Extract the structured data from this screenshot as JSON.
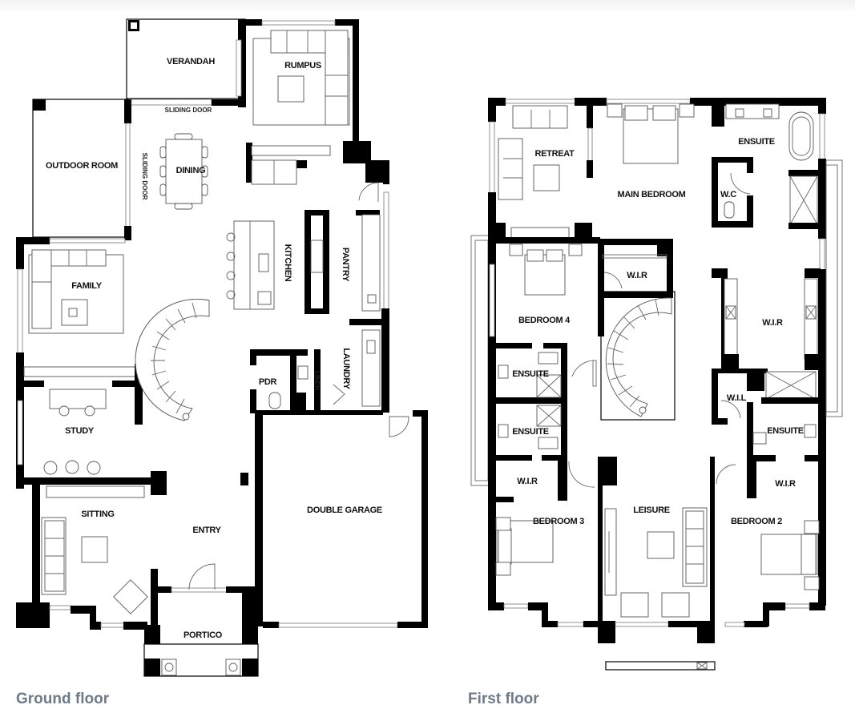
{
  "ground_floor": {
    "caption": "Ground floor",
    "rooms": {
      "verandah": "VERANDAH",
      "rumpus": "RUMPUS",
      "sliding_door": "SLIDING DOOR",
      "sliding_door_side": "SLIDING DOOR",
      "outdoor_room": "OUTDOOR ROOM",
      "dining": "DINING",
      "family": "FAMILY",
      "kitchen": "KITCHEN",
      "pantry": "PANTRY",
      "pdr": "PDR",
      "linen": "LINEN",
      "laundry": "LAUNDRY",
      "study": "STUDY",
      "sitting": "SITTING",
      "entry": "ENTRY",
      "double_garage": "DOUBLE GARAGE",
      "portico": "PORTICO"
    }
  },
  "first_floor": {
    "caption": "First floor",
    "rooms": {
      "retreat": "RETREAT",
      "main_bedroom": "MAIN BEDROOM",
      "ensuite_main": "ENSUITE",
      "wc": "W.C",
      "bedroom_4": "BEDROOM 4",
      "wir_bed4": "W.I.R",
      "wir_main": "W.I.R",
      "ensuite_a": "ENSUITE",
      "ensuite_b": "ENSUITE",
      "wil": "W.I.L",
      "ensuite_bed2": "ENSUITE",
      "wir_bed3": "W.I.R",
      "wir_bed2": "W.I.R",
      "bedroom_3": "BEDROOM 3",
      "leisure": "LEISURE",
      "bedroom_2": "BEDROOM 2"
    }
  },
  "colors": {
    "wall": "#000000",
    "caption": "#6f7a86",
    "background": "#ffffff"
  }
}
